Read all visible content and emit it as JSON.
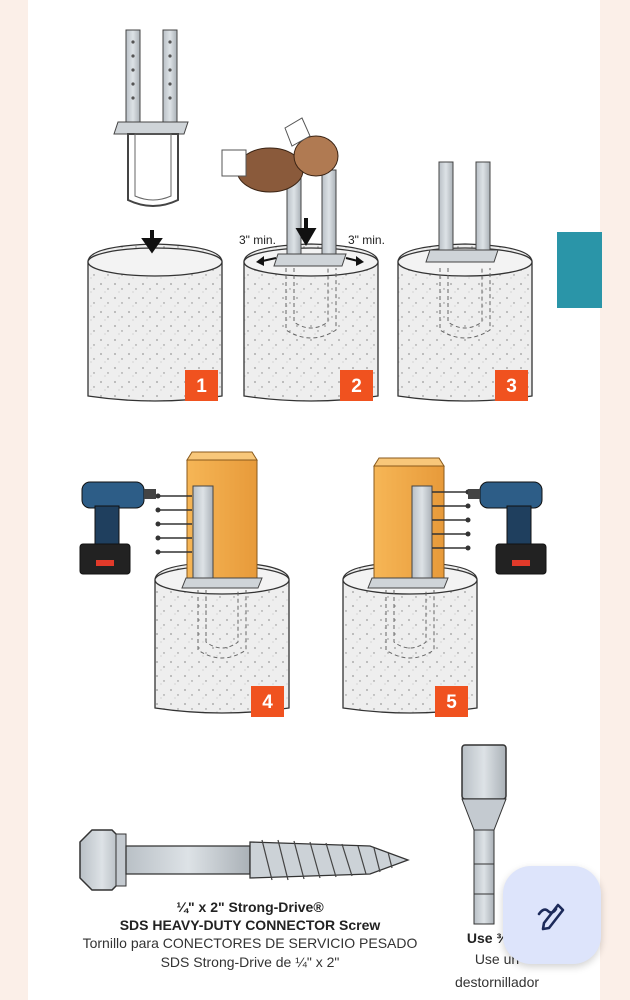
{
  "steps": [
    "1",
    "2",
    "3",
    "4",
    "5"
  ],
  "dimensions": {
    "left": "3\" min.",
    "right": "3\" min."
  },
  "caption": {
    "size": "¼\" x 2\" Strong-Drive®",
    "name": "SDS HEAVY-DUTY CONNECTOR Screw",
    "spanish_line1": "Tornillo para CONECTORES DE SERVICIO PESADO",
    "spanish_line2": "SDS Strong-Drive de ¼\" x 2\""
  },
  "driver_caption": {
    "use": "Use ⅜\" d",
    "spanish_line1": "Use un",
    "spanish_line2": "destornillador"
  },
  "colors": {
    "accent_orange": "#f0521f",
    "side_tab": "#2a95a8",
    "wood": "#f2a94a",
    "fab_bg": "#dde4fb"
  },
  "icons": {
    "fab": "edit-pen-icon"
  }
}
